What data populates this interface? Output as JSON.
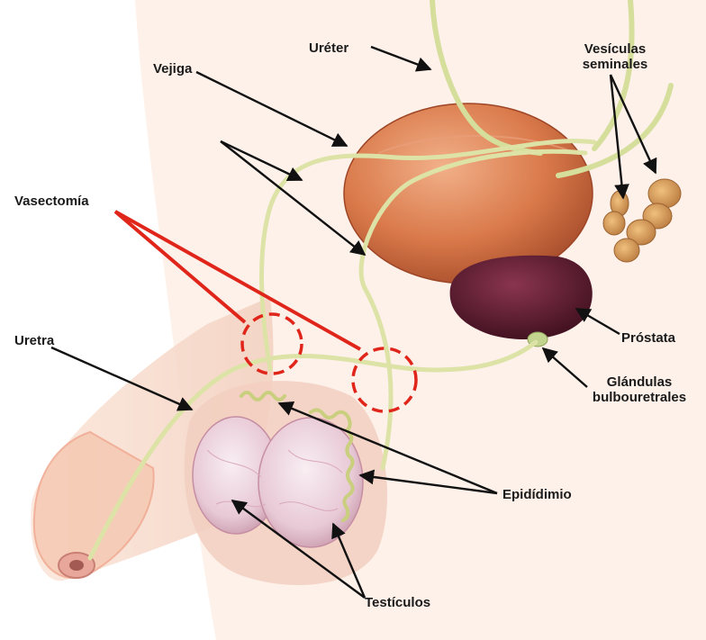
{
  "labels": {
    "ureter": "Uréter",
    "vejiga": "Vejiga",
    "vesiculas_line1": "Vesículas",
    "vesiculas_line2": "seminales",
    "vasectomia": "Vasectomía",
    "prostata": "Próstata",
    "uretra": "Uretra",
    "glandulas_line1": "Glándulas",
    "glandulas_line2": "bulbouretrales",
    "epididimio": "Epidídimio",
    "testiculos": "Testículos"
  },
  "colors": {
    "pointer_arrow": "#111111",
    "vasectomy_marker": "#e0261b",
    "bladder": "#d9794a",
    "prostate": "#5a1a2c",
    "duct": "#d8dea0",
    "skin": "#f7dccd",
    "testicle": "#ecd3dd"
  }
}
